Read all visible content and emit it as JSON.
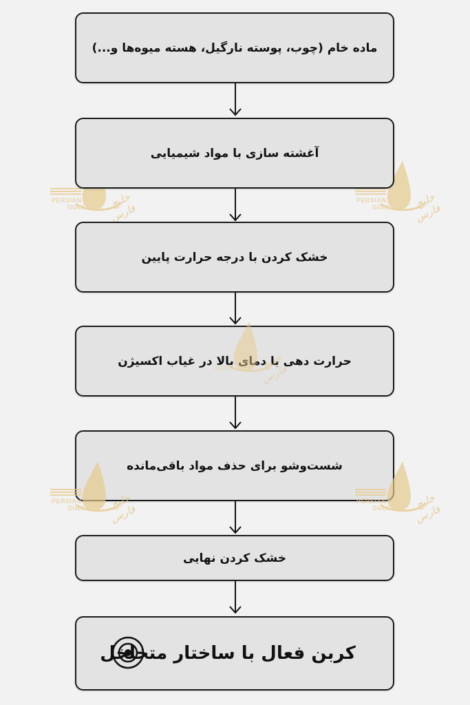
{
  "diagram": {
    "type": "flowchart",
    "direction": "top-to-bottom",
    "steps": [
      {
        "label": "ماده خام (چوب، پوسته نارگیل، هسته میوه‌ها و...)"
      },
      {
        "label": "آغشته سازی با مواد شیمیایی"
      },
      {
        "label": "خشک کردن با درجه حرارت پایین"
      },
      {
        "label": "حرارت دهی با دمای بالا در غیاب اکسیژن"
      },
      {
        "label": "شست‌وشو برای حذف مواد باقی‌مانده"
      },
      {
        "label": "خشک کردن نهایی"
      },
      {
        "label": "کربن فعال با ساختار متخلخل",
        "icon": "target-icon"
      }
    ]
  },
  "watermark": {
    "text_en_1": "PERSIAN",
    "text_en_2": "GULF",
    "text_fa": "خلیج فارس"
  },
  "colors": {
    "background": "#f2f2f2",
    "box_fill": "#e3e3e3",
    "border": "#1a1a1a",
    "text": "#111111",
    "watermark_gold": "#e2c48a"
  }
}
